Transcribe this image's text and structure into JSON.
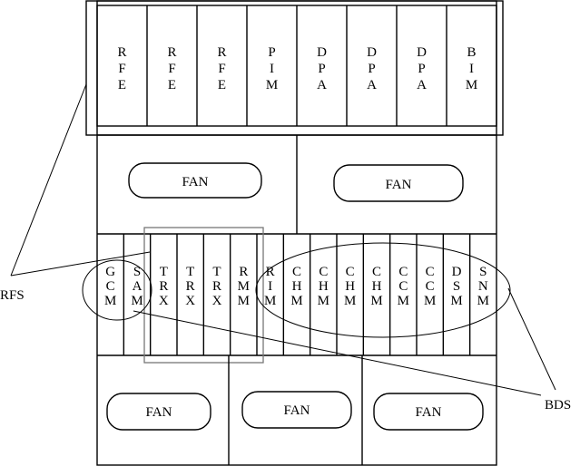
{
  "top_cards": [
    "RFE",
    "RFE",
    "RFE",
    "PIM",
    "DPA",
    "DPA",
    "DPA",
    "BIM"
  ],
  "middle_fans": [
    "FAN",
    "FAN"
  ],
  "bottom_cards": [
    "GCM",
    "SAM",
    "TRX",
    "TRX",
    "TRX",
    "RMM",
    "RIM",
    "CHM",
    "CHM",
    "CHM",
    "CHM",
    "CCM",
    "CCM",
    "DSM",
    "SNM"
  ],
  "bottom_fans": [
    "FAN",
    "FAN",
    "FAN"
  ],
  "labels": {
    "rfs": "RFS",
    "bds": "BDS"
  }
}
